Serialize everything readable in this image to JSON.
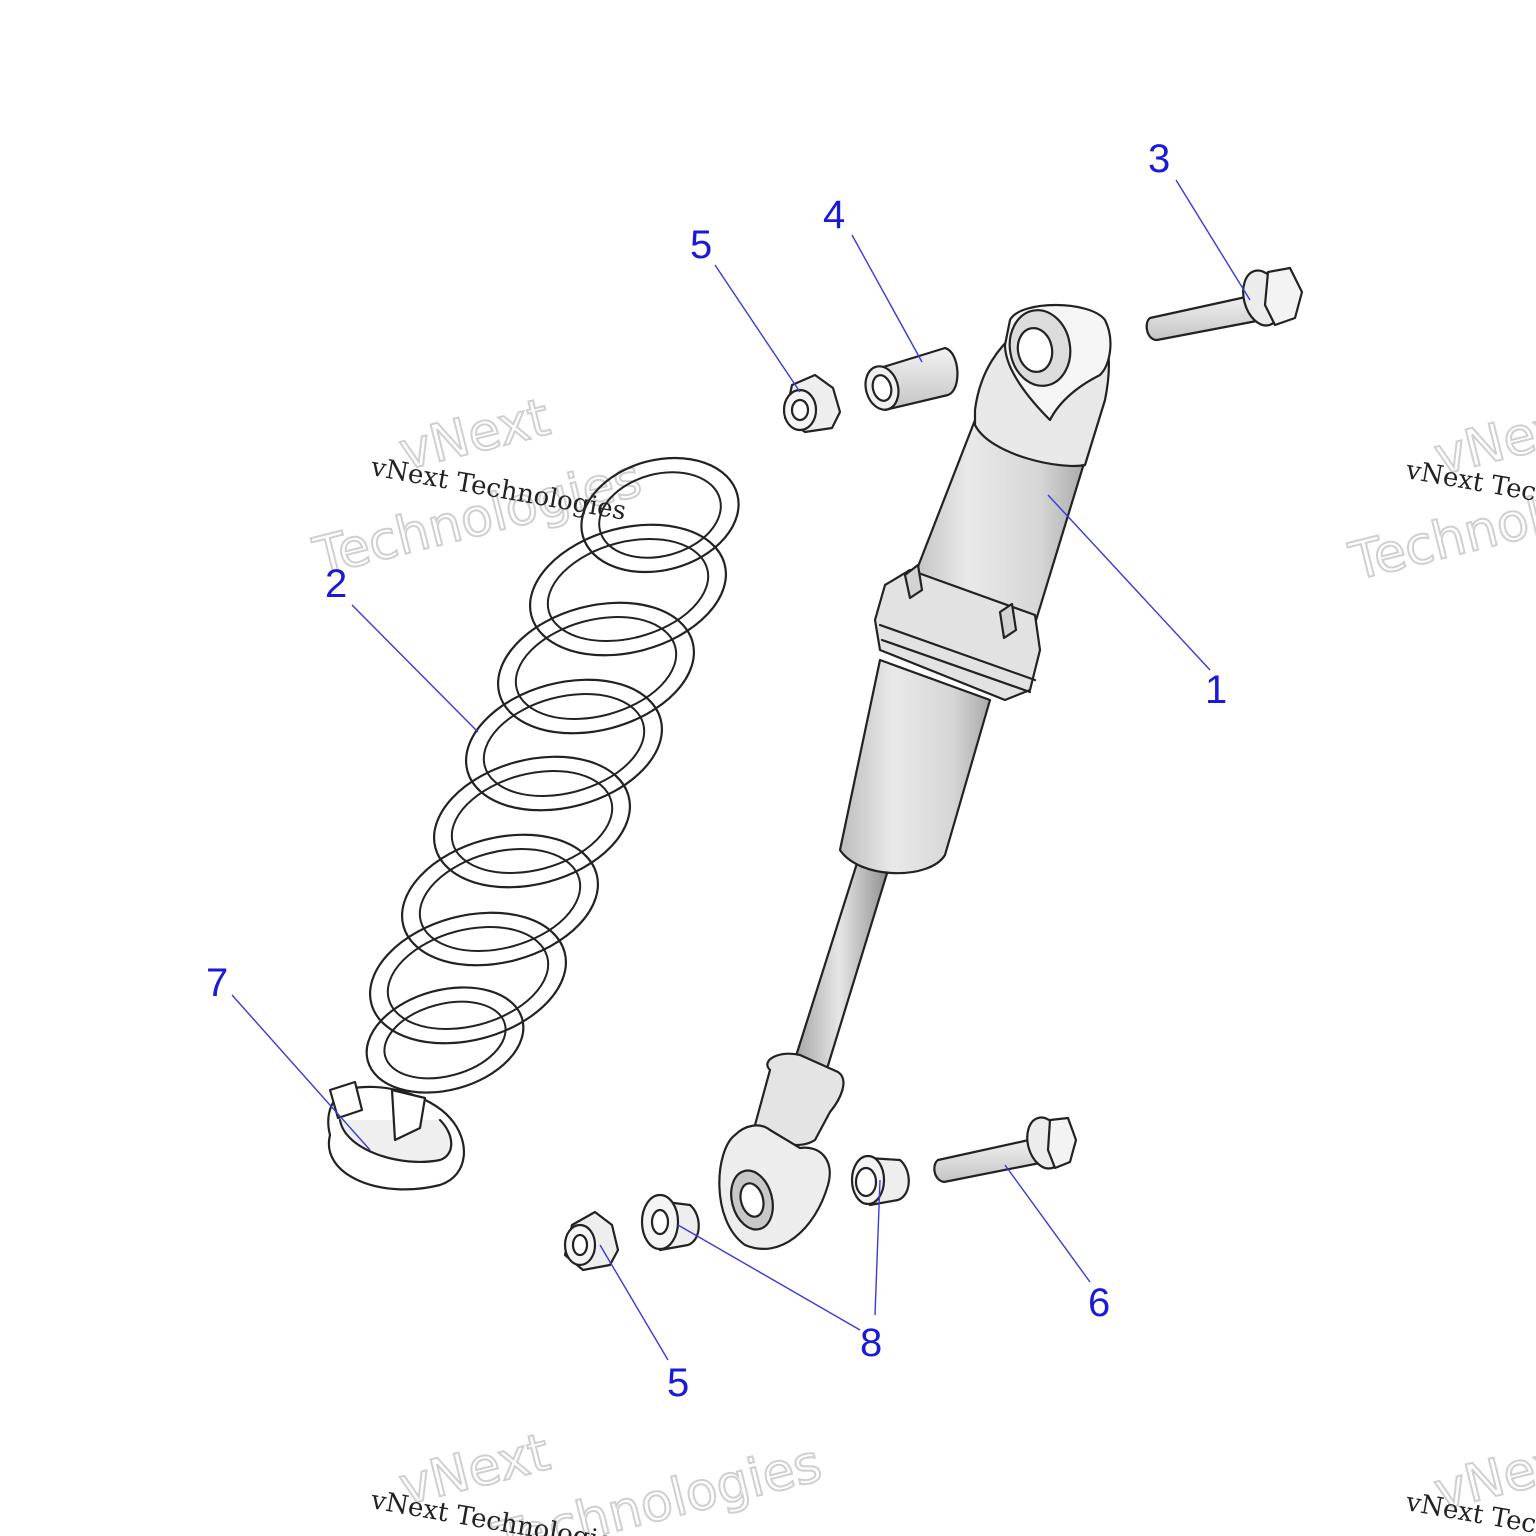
{
  "diagram": {
    "callouts": [
      {
        "id": "c1",
        "label": "1"
      },
      {
        "id": "c2",
        "label": "2"
      },
      {
        "id": "c3",
        "label": "3"
      },
      {
        "id": "c4",
        "label": "4"
      },
      {
        "id": "c5a",
        "label": "5"
      },
      {
        "id": "c5b",
        "label": "5"
      },
      {
        "id": "c6",
        "label": "6"
      },
      {
        "id": "c7",
        "label": "7"
      },
      {
        "id": "c8",
        "label": "8"
      }
    ],
    "watermark": {
      "brand": "vNext",
      "word": "Technologies",
      "line": "vNext Technologies"
    }
  }
}
